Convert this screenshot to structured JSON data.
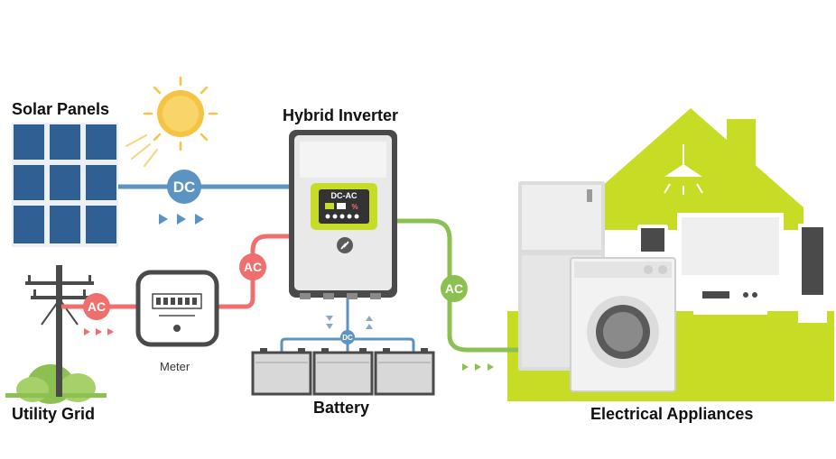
{
  "labels": {
    "solar_panels": "Solar Panels",
    "hybrid_inverter": "Hybrid Inverter",
    "utility_grid": "Utility Grid",
    "battery": "Battery",
    "electrical_appliances": "Electrical Appliances",
    "meter": "Meter"
  },
  "badges": {
    "dc_solar": "DC",
    "ac_grid": "AC",
    "ac_inverter": "AC",
    "ac_load": "AC",
    "dc_battery": "DC"
  },
  "inverter_display": {
    "mode": "DC-AC",
    "percent": "%"
  },
  "colors": {
    "dc_line": "#5b93c2",
    "ac_grid_line": "#ef6f6f",
    "ac_load_line": "#8cc152",
    "house_green": "#c6dc25",
    "panel_blue": "#2f5f93",
    "sun": "#f6c445"
  },
  "icons": [
    "sun-icon",
    "solar-panel-icon",
    "utility-pole-icon",
    "meter-icon",
    "inverter-icon",
    "battery-icon",
    "house-icon",
    "lamp-icon",
    "fridge-icon",
    "washing-machine-icon",
    "tv-icon",
    "speaker-icon"
  ]
}
